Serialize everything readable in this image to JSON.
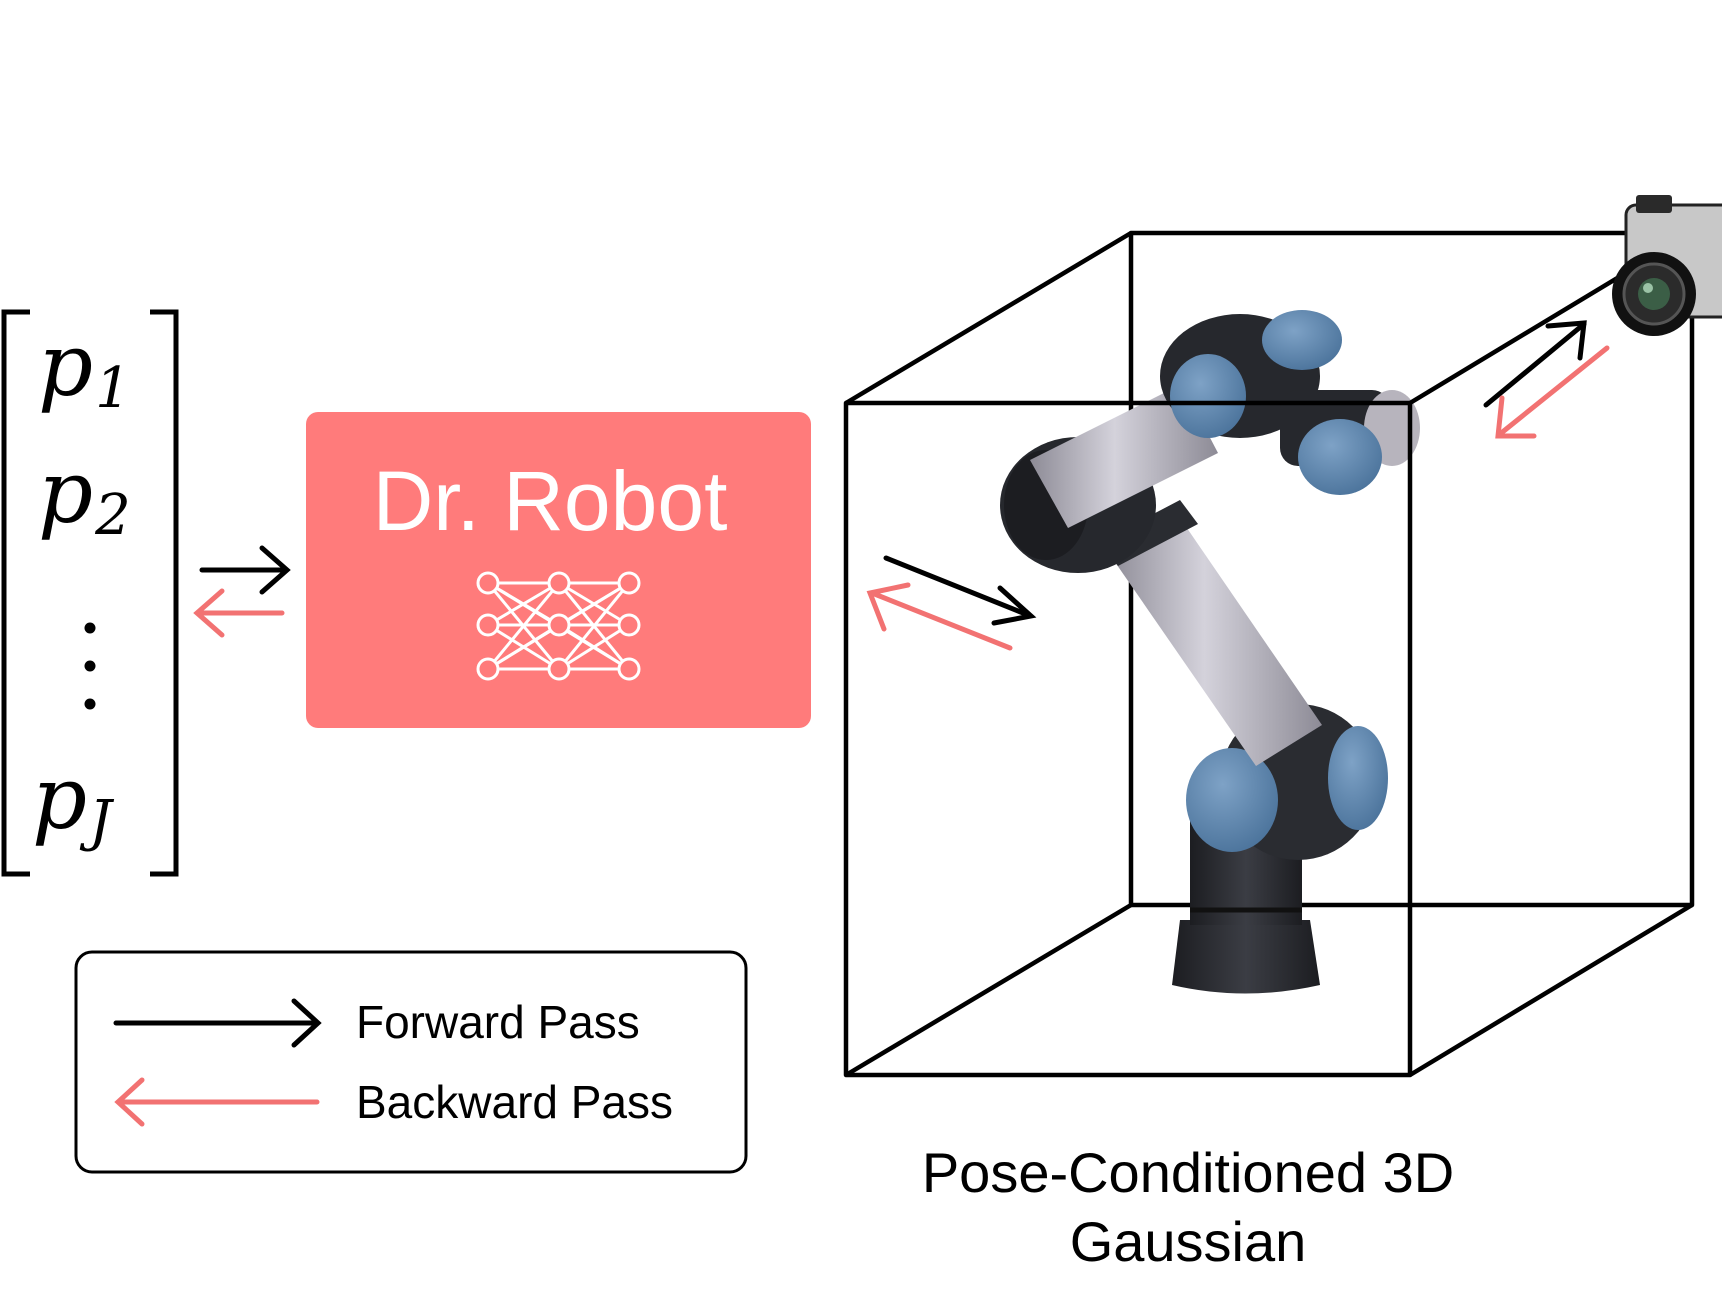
{
  "vector": {
    "rows": [
      {
        "base": "p",
        "sub": "1"
      },
      {
        "base": "p",
        "sub": "2"
      },
      {
        "base": "p",
        "sub": "J"
      }
    ]
  },
  "model_box": {
    "title": "Dr. Robot",
    "fill_color": "#FF7B7B",
    "icon": "neural-network-icon"
  },
  "legend": {
    "forward_label": "Forward Pass",
    "backward_label": "Backward Pass",
    "forward_color": "#000000",
    "backward_color": "#F27272"
  },
  "scene": {
    "caption_line1": "Pose-Conditioned 3D",
    "caption_line2": "Gaussian",
    "arm_joint_color": "#5C86AF",
    "arm_link_color": "#B9B7C2",
    "arm_dark_color": "#2B2D31",
    "icons": [
      "robot-arm-icon",
      "camera-icon"
    ]
  }
}
